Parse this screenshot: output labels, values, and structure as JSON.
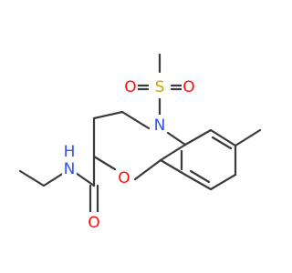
{
  "molecule": {
    "atoms": {
      "methylsulfonyl_methyl": "",
      "sulfur": "S",
      "oxygen_sulfonyl_left": "O",
      "oxygen_sulfonyl_right": "O",
      "ring_nitrogen": "N",
      "ring_oxygen": "O",
      "amide_nitrogen": "N",
      "amide_hydrogen": "H",
      "carbonyl_oxygen": "O"
    },
    "colors": {
      "bond": "#3a3a3a",
      "nitrogen": "#3050f8",
      "oxygen": "#ff0d0d",
      "sulfur": "#c8a800"
    }
  }
}
